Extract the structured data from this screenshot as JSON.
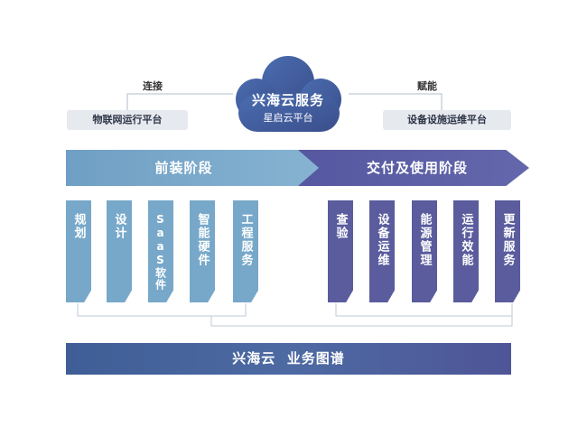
{
  "cloud": {
    "title": "兴海云服务",
    "subtitle": "星启云平台"
  },
  "left": {
    "connector_label": "连接",
    "box_label": "物联网运行平台"
  },
  "right": {
    "connector_label": "赋能",
    "box_label": "设备设施运维平台"
  },
  "stages": {
    "pre": "前装阶段",
    "post": "交付及使用阶段"
  },
  "pre_items": [
    "规划",
    "设计",
    "SaaS软件",
    "智能硬件",
    "工程服务"
  ],
  "post_items": [
    "查验",
    "设备运维",
    "能源管理",
    "运行效能",
    "更新服务"
  ],
  "bottom": {
    "label": "兴海云  业务图谱"
  },
  "colors": {
    "light_blue": "#77a8c9",
    "purple": "#5a5c9d",
    "navy": "#3f5d96",
    "grey_box": "#e6e9ee",
    "line": "#c9d3de"
  }
}
